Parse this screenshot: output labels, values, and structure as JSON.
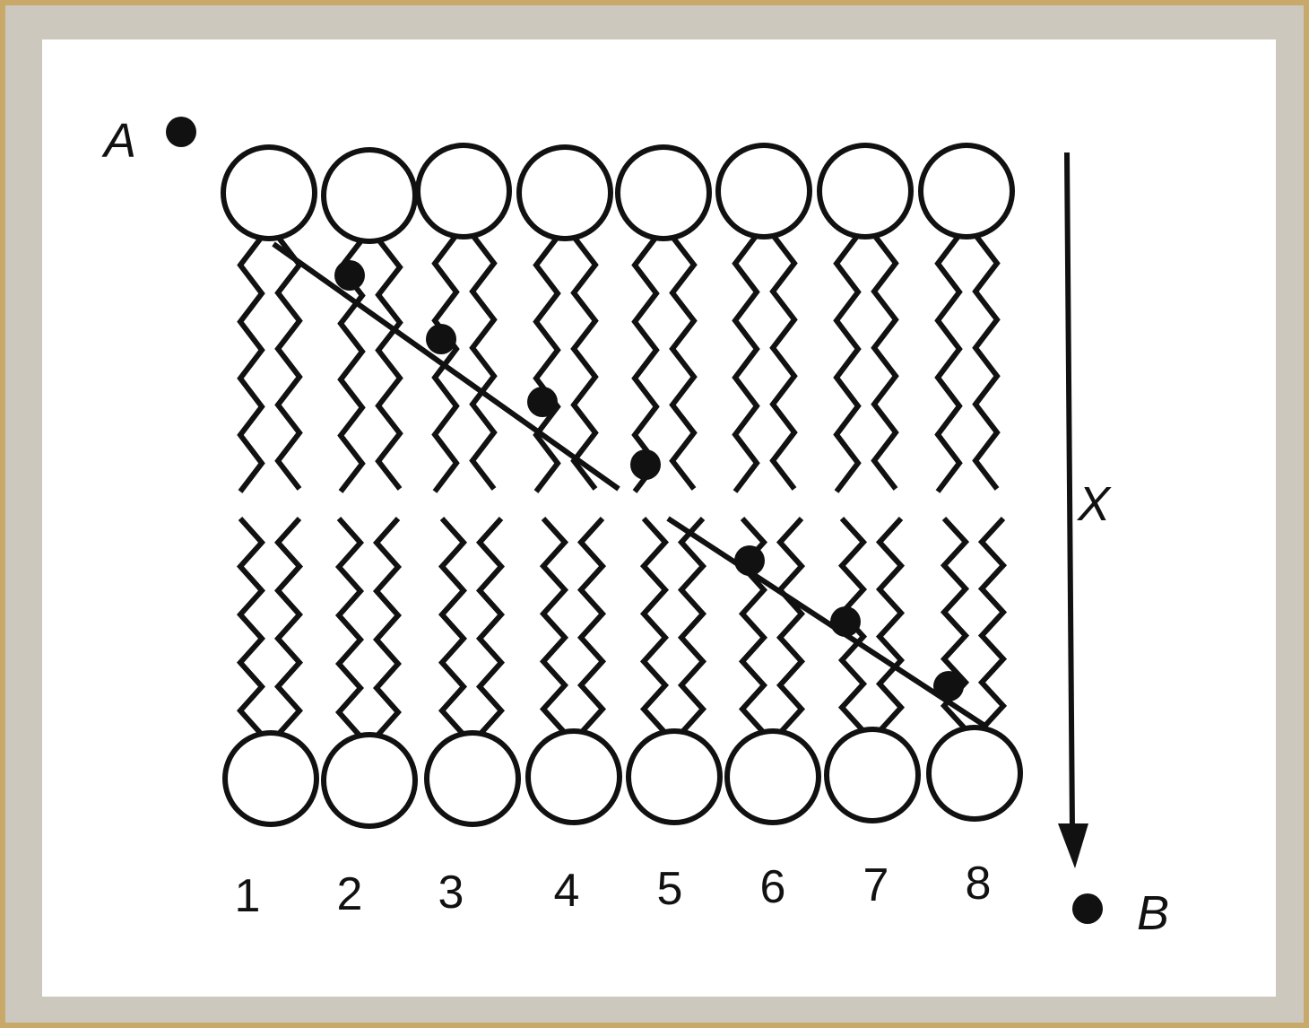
{
  "labels": {
    "point_a": "A",
    "point_b": "B",
    "axis_x": "X"
  },
  "lipid_numbers": [
    "1",
    "2",
    "3",
    "4",
    "5",
    "6",
    "7",
    "8"
  ],
  "colors": {
    "ink": "#111111",
    "panel": "#ffffff",
    "background": "#cdc8bd",
    "border": "#c8a96a"
  }
}
